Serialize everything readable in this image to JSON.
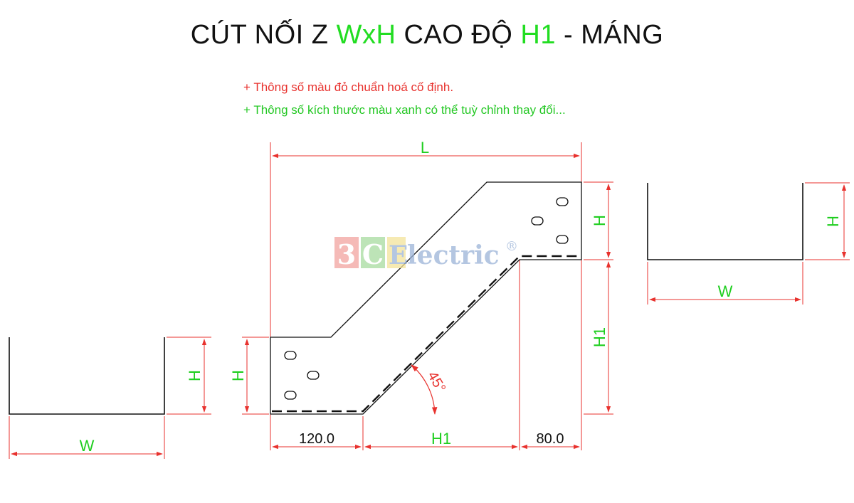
{
  "title": {
    "part1": "CÚT NỐI Z ",
    "part2": "WxH",
    "part3": " CAO ĐỘ ",
    "part4": "H1",
    "part5": " - MÁNG"
  },
  "notes": {
    "red": "+ Thông số màu đỏ chuẩn hoá cố định.",
    "green": "+ Thông số kích thước màu xanh có thể tuỳ chỉnh thay đổi..."
  },
  "labels": {
    "L": "L",
    "H": "H",
    "H1": "H1",
    "W": "W",
    "dim_120": "120.0",
    "dim_80": "80.0",
    "angle": "45°"
  },
  "logo": {
    "three": "3",
    "c": "C",
    "e": "E",
    "rest": "lectric",
    "reg": "®"
  },
  "colors": {
    "dimension_line": "#e8322e",
    "variable_text": "#1fce1f",
    "outline": "#111111"
  }
}
